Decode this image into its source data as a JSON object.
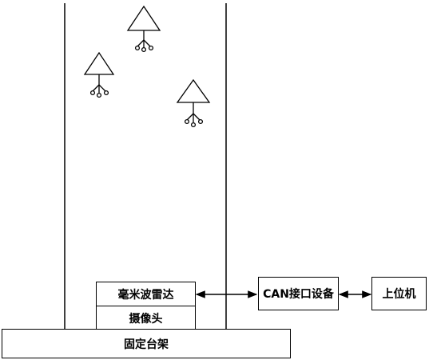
{
  "labels": {
    "radar": "毫米波雷达",
    "camera": "摄像头",
    "stand": "固定台架",
    "can": "CAN接口设备",
    "host": "上位机"
  },
  "icons": [
    "target-icon",
    "target-icon",
    "target-icon"
  ],
  "colors": {
    "stroke": "#000000",
    "background": "#ffffff"
  }
}
